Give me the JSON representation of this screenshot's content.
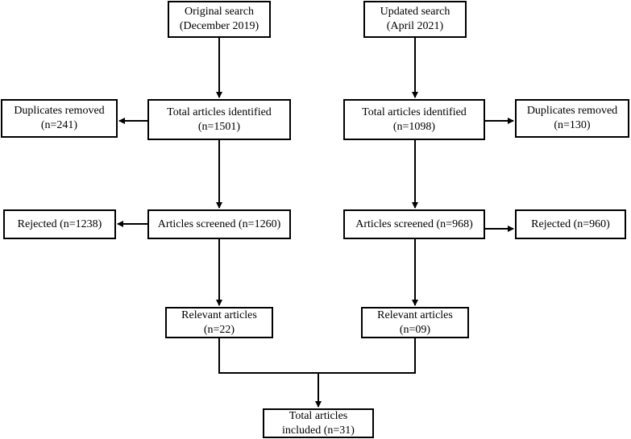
{
  "colors": {
    "line": "#000000",
    "box_fill": "#ffffff",
    "text": "#000000"
  },
  "left_branch": {
    "search": {
      "line1": "Original search",
      "line2": "(December 2019)"
    },
    "identified": {
      "line1": "Total articles identified",
      "line2": "(n=1501)"
    },
    "duplicates": {
      "line1": "Duplicates removed",
      "line2": "(n=241)"
    },
    "screened": {
      "line1": "Articles screened (n=1260)"
    },
    "rejected": {
      "line1": "Rejected (n=1238)"
    },
    "relevant": {
      "line1": "Relevant articles",
      "line2": "(n=22)"
    }
  },
  "right_branch": {
    "search": {
      "line1": "Updated search",
      "line2": "(April 2021)"
    },
    "identified": {
      "line1": "Total articles identified",
      "line2": "(n=1098)"
    },
    "duplicates": {
      "line1": "Duplicates removed",
      "line2": "(n=130)"
    },
    "screened": {
      "line1": "Articles screened (n=968)"
    },
    "rejected": {
      "line1": "Rejected (n=960)"
    },
    "relevant": {
      "line1": "Relevant articles",
      "line2": "(n=09)"
    }
  },
  "total": {
    "line1": "Total articles",
    "line2": "included (n=31)"
  }
}
